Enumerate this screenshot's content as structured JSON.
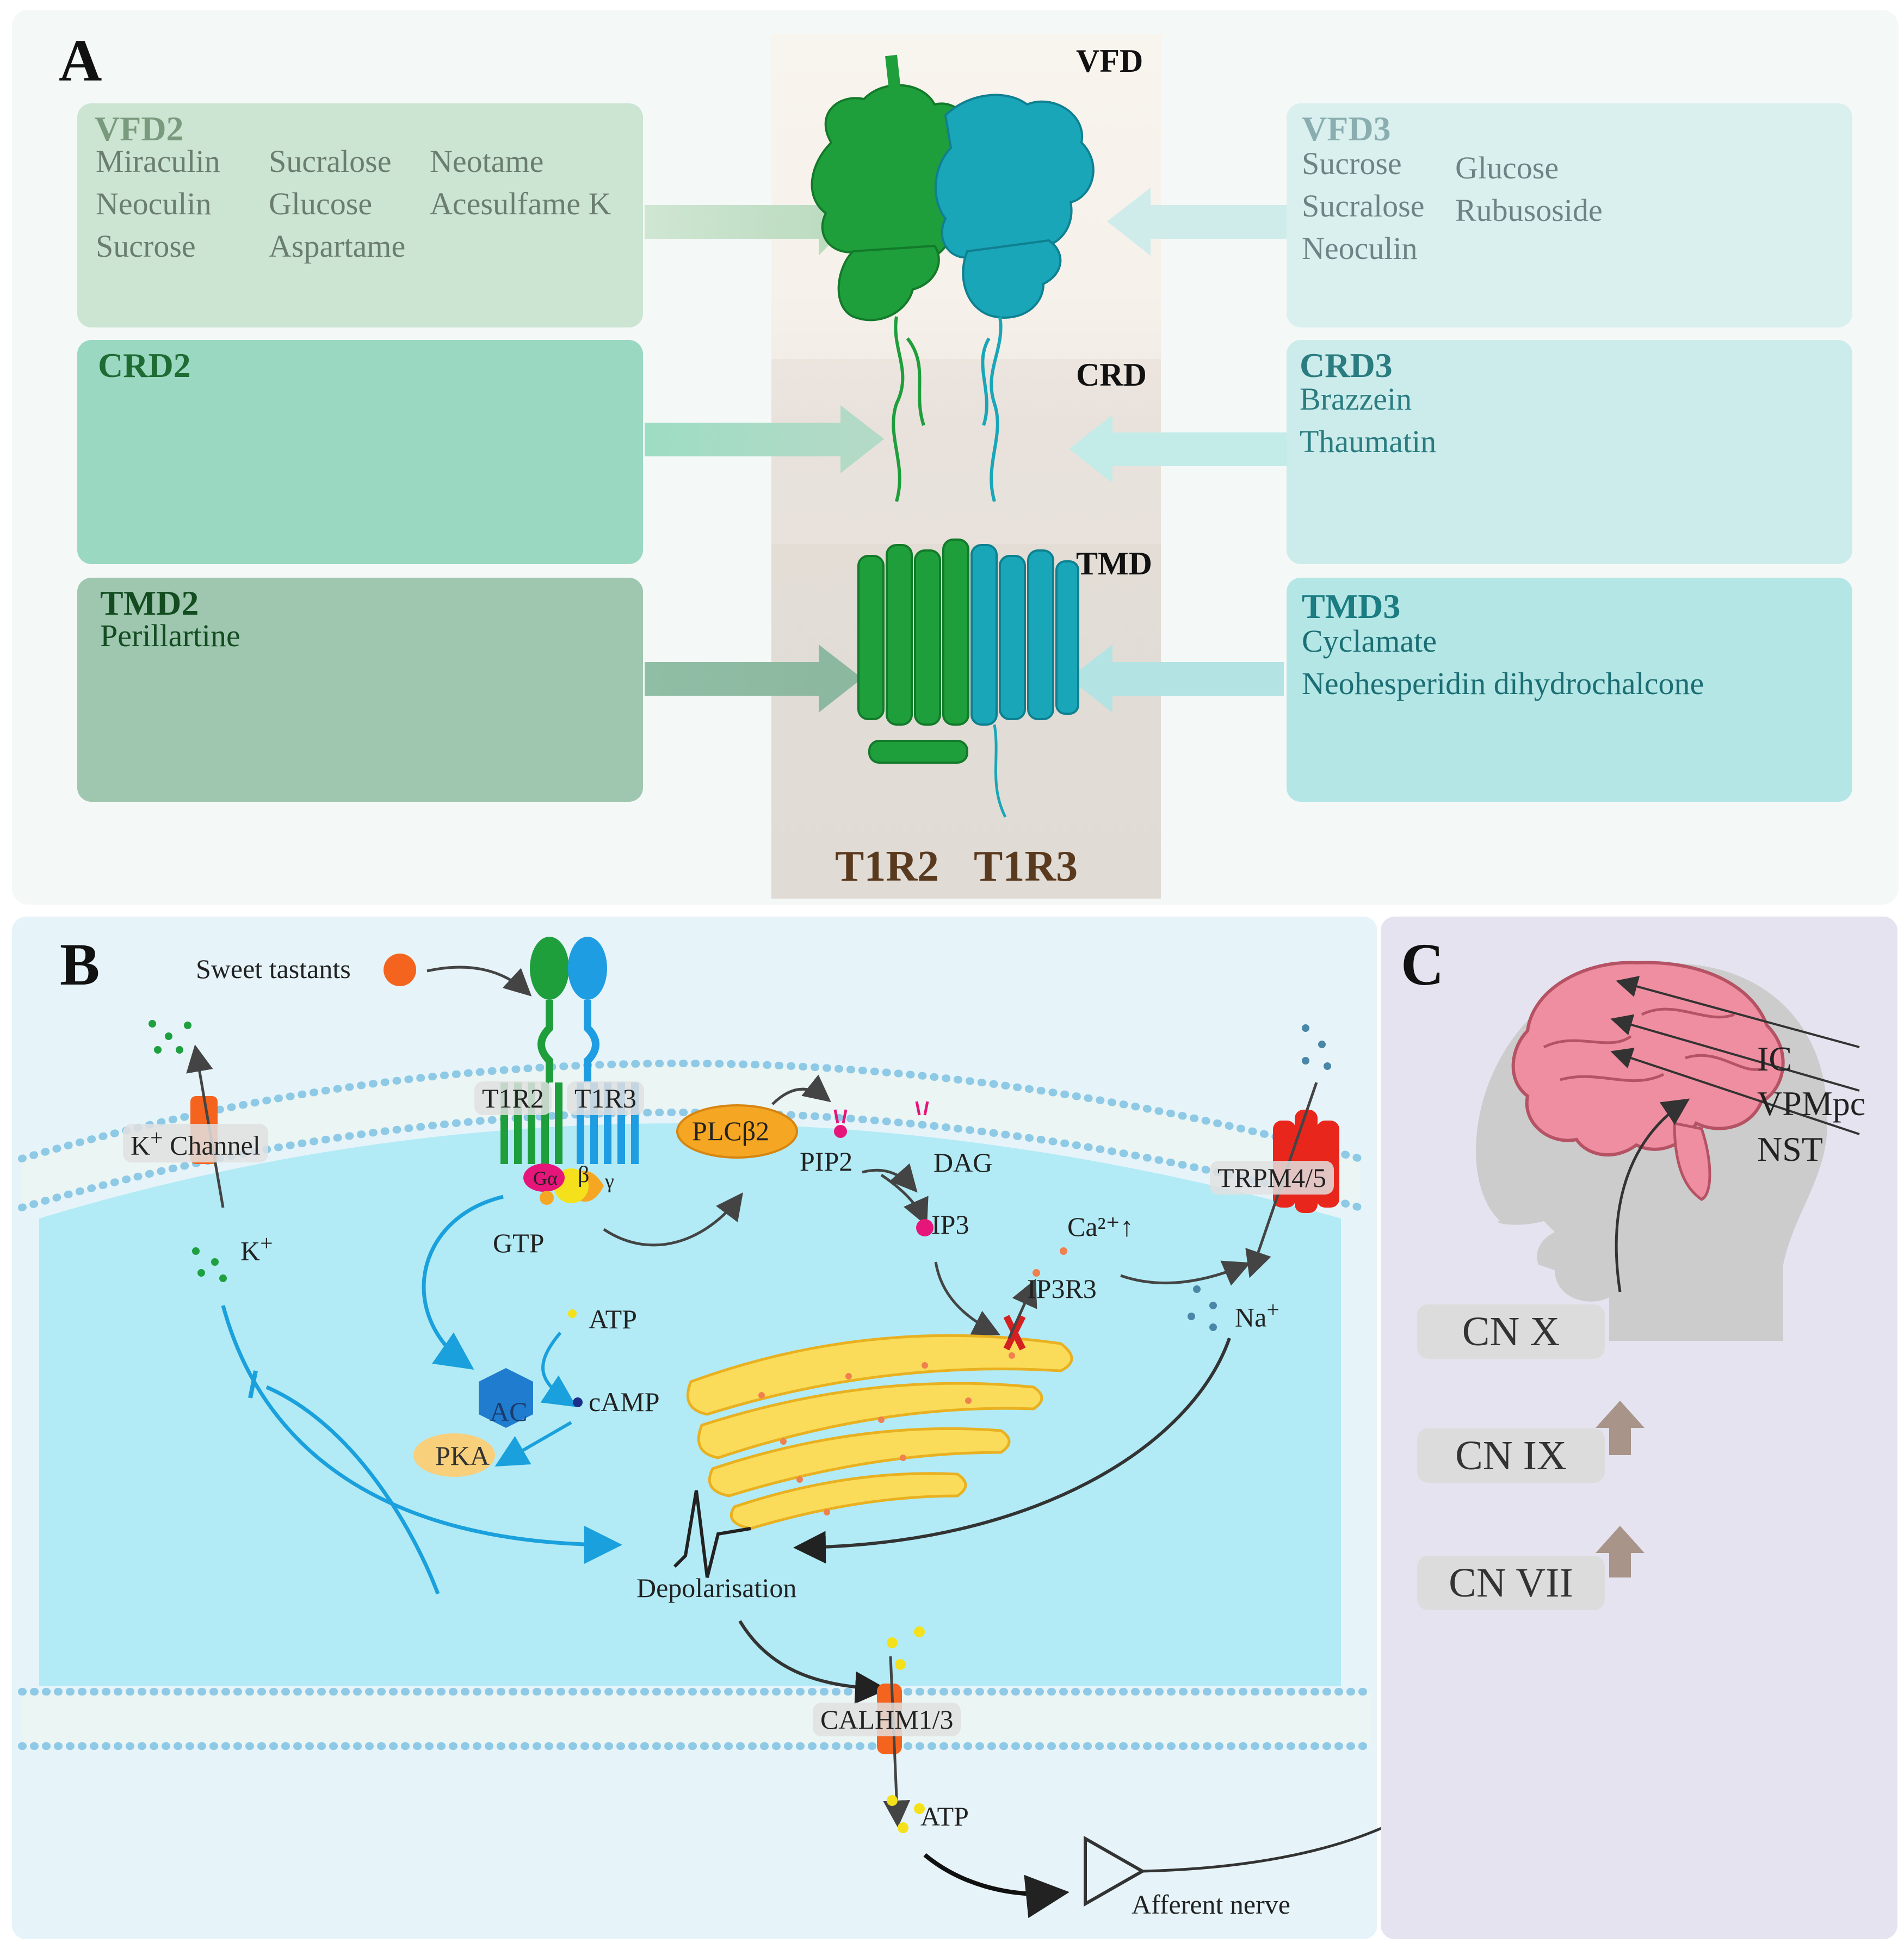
{
  "panels": {
    "a": "A",
    "b": "B",
    "c": "C"
  },
  "panel_a": {
    "structure_labels": {
      "vfd": "VFD",
      "crd": "CRD",
      "tmd": "TMD"
    },
    "subunits": {
      "left": "T1R2",
      "right": "T1R3"
    },
    "vfd2": {
      "title": "VFD2",
      "col1": [
        "Miraculin",
        "Neoculin",
        "Sucrose"
      ],
      "col2": [
        "Sucralose",
        "Glucose",
        "Aspartame"
      ],
      "col3": [
        "Neotame",
        "Acesulfame K"
      ]
    },
    "crd2": {
      "title": "CRD2"
    },
    "tmd2": {
      "title": "TMD2",
      "ligands": [
        "Perillartine"
      ]
    },
    "vfd3": {
      "title": "VFD3",
      "col1": [
        "Sucrose",
        "Sucralose",
        "Neoculin"
      ],
      "col2": [
        "Glucose",
        "Rubusoside"
      ]
    },
    "crd3": {
      "title": "CRD3",
      "ligands": [
        "Brazzein",
        "Thaumatin"
      ]
    },
    "tmd3": {
      "title": "TMD3",
      "ligands": [
        "Cyclamate",
        "Neohesperidin dihydrochalcone"
      ]
    }
  },
  "panel_b": {
    "sweet_tastants": "Sweet tastants",
    "receptor_left": "T1R2",
    "receptor_right": "T1R3",
    "k_channel": "K",
    "k_channel_suffix": "Channel",
    "k_ion": "K",
    "plus": "+",
    "g_alpha": "Gα",
    "g_beta": "β",
    "g_gamma": "γ",
    "gtp": "GTP",
    "plcb2": "PLCβ2",
    "pip2": "PIP2",
    "dag": "DAG",
    "ip3": "IP3",
    "ip3r3": "IP3R3",
    "ca": "Ca²⁺↑",
    "trpm": "TRPM4/5",
    "na": "Na",
    "ac": "AC",
    "atp1": "ATP",
    "camp": "cAMP",
    "pka": "PKA",
    "depolarisation": "Depolarisation",
    "calhm": "CALHM1/3",
    "atp2": "ATP",
    "afferent": "Afferent nerve"
  },
  "panel_c": {
    "brain_labels": [
      "IC",
      "VPMpc",
      "NST"
    ],
    "nerves": [
      "CN X",
      "CN IX",
      "CN VII"
    ]
  },
  "colors": {
    "t1r2": "#1f9e3c",
    "t1r3": "#19a6b8",
    "membrane": "#8ec9e6",
    "cell": "#b2ebf5",
    "panel_b_bg": "#e6f4fa",
    "panel_c_bg": "#e5e3ef",
    "pathway_arrow": "#1aa0dc"
  }
}
